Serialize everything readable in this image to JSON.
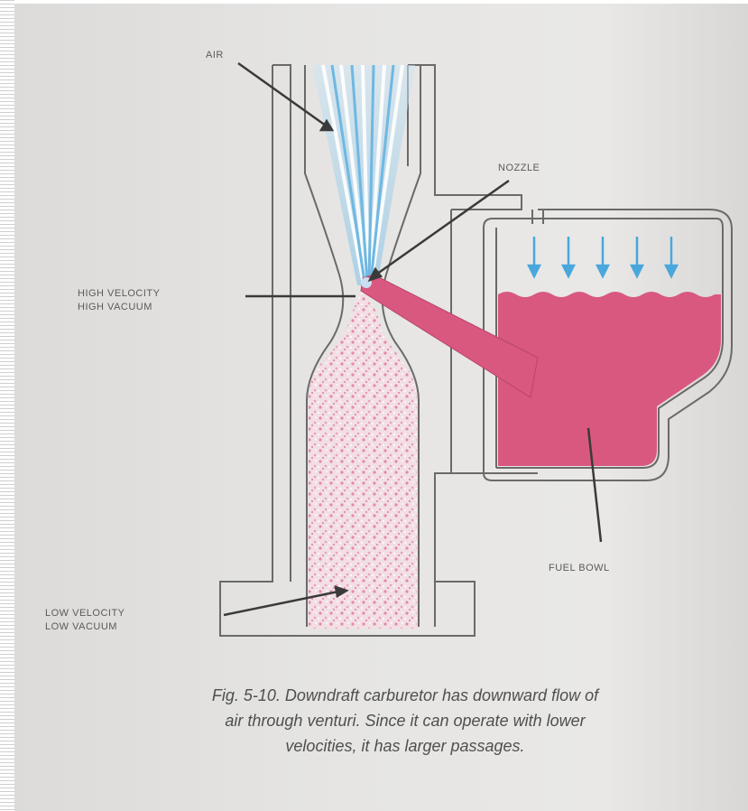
{
  "labels": {
    "air": "AIR",
    "nozzle": "NOZZLE",
    "high_velocity_line1": "HIGH VELOCITY",
    "high_velocity_line2": "HIGH VACUUM",
    "low_velocity_line1": "LOW VELOCITY",
    "low_velocity_line2": "LOW VACUUM",
    "fuel_bowl": "FUEL BOWL"
  },
  "caption": {
    "line1": "Fig. 5-10. Downdraft carburetor has downward flow of",
    "line2": "air through venturi. Since it can operate with lower",
    "line3": "velocities, it has larger passages."
  },
  "colors": {
    "air_flow": "#8fc8e8",
    "fuel": "#d9587f",
    "fuel_mist": "#e8aabb",
    "outline": "#6a6a6a",
    "leader": "#3a3a3a"
  }
}
